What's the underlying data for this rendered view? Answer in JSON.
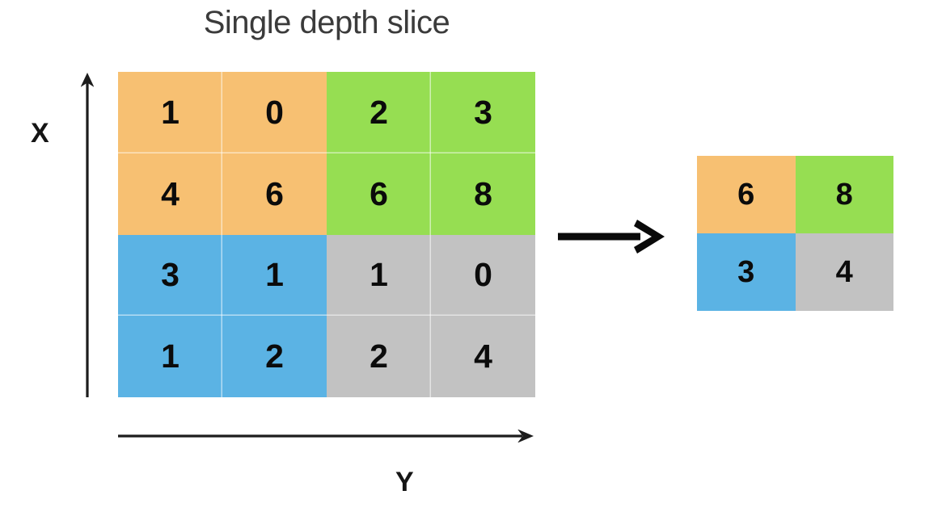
{
  "title": "Single depth slice",
  "axes": {
    "vertical_label": "X",
    "horizontal_label": "Y",
    "vertical_arrow_icon": "arrow-up-icon",
    "horizontal_arrow_icon": "arrow-right-icon"
  },
  "transform": {
    "arrow_icon": "arrow-right-icon"
  },
  "colors": {
    "orange": "#F7C072",
    "green": "#96DE52",
    "blue": "#5BB3E4",
    "gray": "#C2C2C2",
    "digit": "#0B0B0B",
    "title": "#3B3B3B",
    "axis": "#151515",
    "background": "#FFFFFF",
    "cell_separator": "rgba(255,255,255,0.55)"
  },
  "chart_data": {
    "type": "heatmap",
    "title": "Single depth slice",
    "xlabel": "Y",
    "ylabel": "X",
    "operation": "max-pool 2x2, stride 2",
    "input": {
      "rows": 4,
      "cols": 4,
      "values": [
        [
          1,
          0,
          2,
          3
        ],
        [
          4,
          6,
          6,
          8
        ],
        [
          3,
          1,
          1,
          0
        ],
        [
          1,
          2,
          2,
          4
        ]
      ],
      "cell_colors": [
        [
          "#F7C072",
          "#F7C072",
          "#96DE52",
          "#96DE52"
        ],
        [
          "#F7C072",
          "#F7C072",
          "#96DE52",
          "#96DE52"
        ],
        [
          "#5BB3E4",
          "#5BB3E4",
          "#C2C2C2",
          "#C2C2C2"
        ],
        [
          "#5BB3E4",
          "#5BB3E4",
          "#C2C2C2",
          "#C2C2C2"
        ]
      ]
    },
    "output": {
      "rows": 2,
      "cols": 2,
      "values": [
        [
          6,
          8
        ],
        [
          3,
          4
        ]
      ],
      "cell_colors": [
        [
          "#F7C072",
          "#96DE52"
        ],
        [
          "#5BB3E4",
          "#C2C2C2"
        ]
      ]
    },
    "pooling_regions": [
      {
        "name": "top-left",
        "color": "#F7C072",
        "values": [
          1,
          0,
          4,
          6
        ],
        "max": 6
      },
      {
        "name": "top-right",
        "color": "#96DE52",
        "values": [
          2,
          3,
          6,
          8
        ],
        "max": 8
      },
      {
        "name": "bottom-left",
        "color": "#5BB3E4",
        "values": [
          3,
          1,
          1,
          2
        ],
        "max": 3
      },
      {
        "name": "bottom-right",
        "color": "#C2C2C2",
        "values": [
          1,
          0,
          2,
          4
        ],
        "max": 4
      }
    ],
    "grid": false,
    "legend": "none"
  }
}
